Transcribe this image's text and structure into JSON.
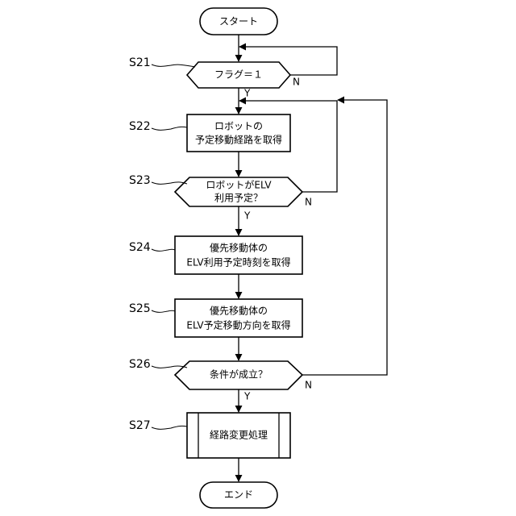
{
  "nodes": {
    "start": "スタート",
    "s21": "フラグ＝１",
    "s22": [
      "ロボットの",
      "予定移動経路を取得"
    ],
    "s23": [
      "ロボットがELV",
      "利用予定？"
    ],
    "s24": [
      "優先移動体の",
      "ELV利用予定時刻を取得"
    ],
    "s25": [
      "優先移動体の",
      "ELV予定移動方向を取得"
    ],
    "s26": "条件が成立？",
    "s27": "経路変更処理",
    "end": "エンド"
  },
  "step_labels": {
    "s21": "S21",
    "s22": "S22",
    "s23": "S23",
    "s24": "S24",
    "s25": "S25",
    "s26": "S26",
    "s27": "S27"
  },
  "branch_labels": {
    "yes": "Y",
    "no": "N"
  }
}
